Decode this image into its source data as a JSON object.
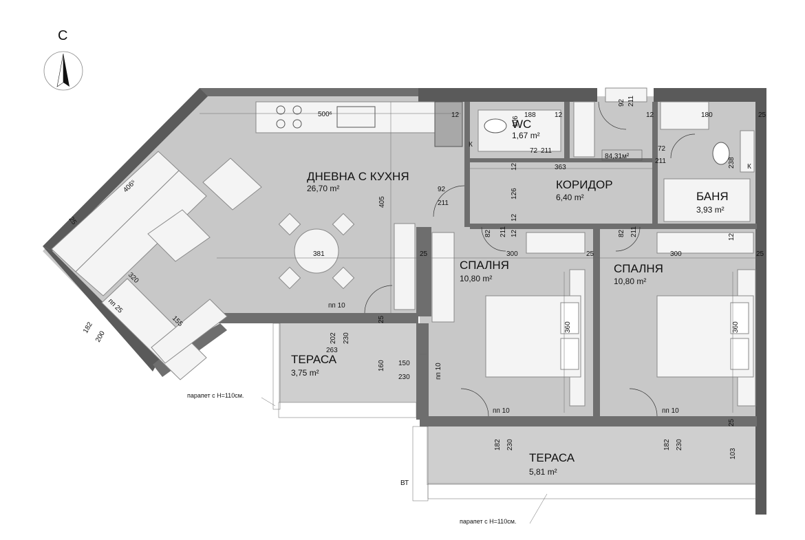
{
  "compass": {
    "label": "С"
  },
  "total_area": "84,31м²",
  "rooms": {
    "living": {
      "name": "ДНЕВНА С КУХНЯ",
      "area": "26,70 m²"
    },
    "wc": {
      "name": "WC",
      "area": "1,67 m²"
    },
    "corridor": {
      "name": "КОРИДОР",
      "area": "6,40 m²"
    },
    "bath": {
      "name": "БАНЯ",
      "area": "3,93 m²"
    },
    "bed1": {
      "name": "СПАЛНЯ",
      "area": "10,80 m²"
    },
    "bed2": {
      "name": "СПАЛНЯ",
      "area": "10,80 m²"
    },
    "terrace1": {
      "name": "ТЕРАСА",
      "area": "3,75 m²"
    },
    "terrace2": {
      "name": "ТЕРАСА",
      "area": "5,81 m²"
    }
  },
  "labels": {
    "k1": "К",
    "k2": "К",
    "bt": "ВТ",
    "parapet1": "парапет с Н=110см.",
    "parapet2": "парапет с Н=110см."
  },
  "dims": {
    "kitchen_len": "500⁶",
    "d12a": "12",
    "d188": "188",
    "d12b": "12",
    "d106": "106",
    "d92a": "92",
    "d211a": "211",
    "d12c": "12",
    "d180": "180",
    "d25a": "25",
    "d72a": "72",
    "d211b": "211",
    "d72b": "72",
    "d211c": "211",
    "d12d": "12",
    "d363": "363",
    "d238": "238",
    "d406": "406⁵",
    "d405": "405",
    "d92b": "92",
    "d211d": "211",
    "d126": "126",
    "d12e": "12",
    "d25b": "25",
    "d82a": "82",
    "d211e": "211",
    "d12f": "12",
    "d82b": "82",
    "d211f": "211",
    "d12g": "12",
    "d381": "381",
    "d25c": "25",
    "d300a": "300",
    "d25d": "25",
    "d300b": "300",
    "d25e": "25",
    "d320": "320",
    "pp25": "пп 25",
    "d155": "155",
    "pp10a": "пп 10",
    "d25f": "25",
    "d182a": "182",
    "d200": "200",
    "d202": "202",
    "d230a": "230",
    "d263": "263",
    "d360a": "360",
    "d360b": "360",
    "d160": "160",
    "d150": "150",
    "d230b": "230",
    "pp10b": "пп 10",
    "pp10c": "пп 10",
    "pp10d": "пп 10",
    "d25g": "25",
    "d182b": "182",
    "d230c": "230",
    "d182c": "182",
    "d230d": "230",
    "d103": "103"
  }
}
